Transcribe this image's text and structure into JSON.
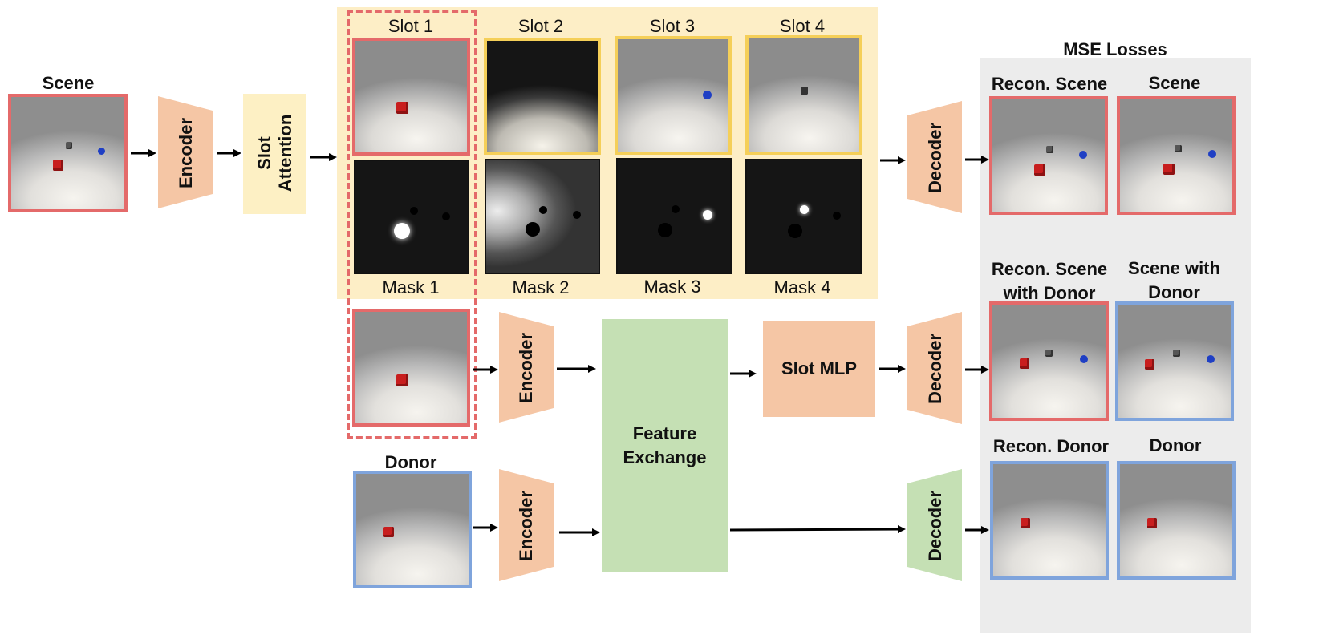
{
  "scene_label": "Scene",
  "donor_label": "Donor",
  "encoder_label": "Encoder",
  "decoder_label": "Decoder",
  "slot_attention_label": "Slot Attention",
  "slots": [
    "Slot 1",
    "Slot 2",
    "Slot 3",
    "Slot 4"
  ],
  "masks": [
    "Mask 1",
    "Mask 2",
    "Mask 3",
    "Mask 4"
  ],
  "feature_exchange_label": "Feature Exchange",
  "slot_mlp_label": "Slot MLP",
  "mse_losses_label": "MSE Losses",
  "outputs": {
    "recon_scene": "Recon. Scene",
    "scene": "Scene",
    "recon_scene_with_donor": "Recon. Scene with Donor",
    "scene_with_donor": "Scene with Donor",
    "recon_donor": "Recon. Donor",
    "donor": "Donor"
  },
  "colors": {
    "red_border": "#e46a6a",
    "yellow_border": "#f5cf58",
    "blue_border": "#7fa4dc",
    "encoder_fill": "#f5c6a5",
    "slot_attention_fill": "#fdf0c4",
    "slot_panel_fill": "#fdeec6",
    "feature_exchange_fill": "#c5e0b4",
    "mse_panel_fill": "#ececec"
  }
}
